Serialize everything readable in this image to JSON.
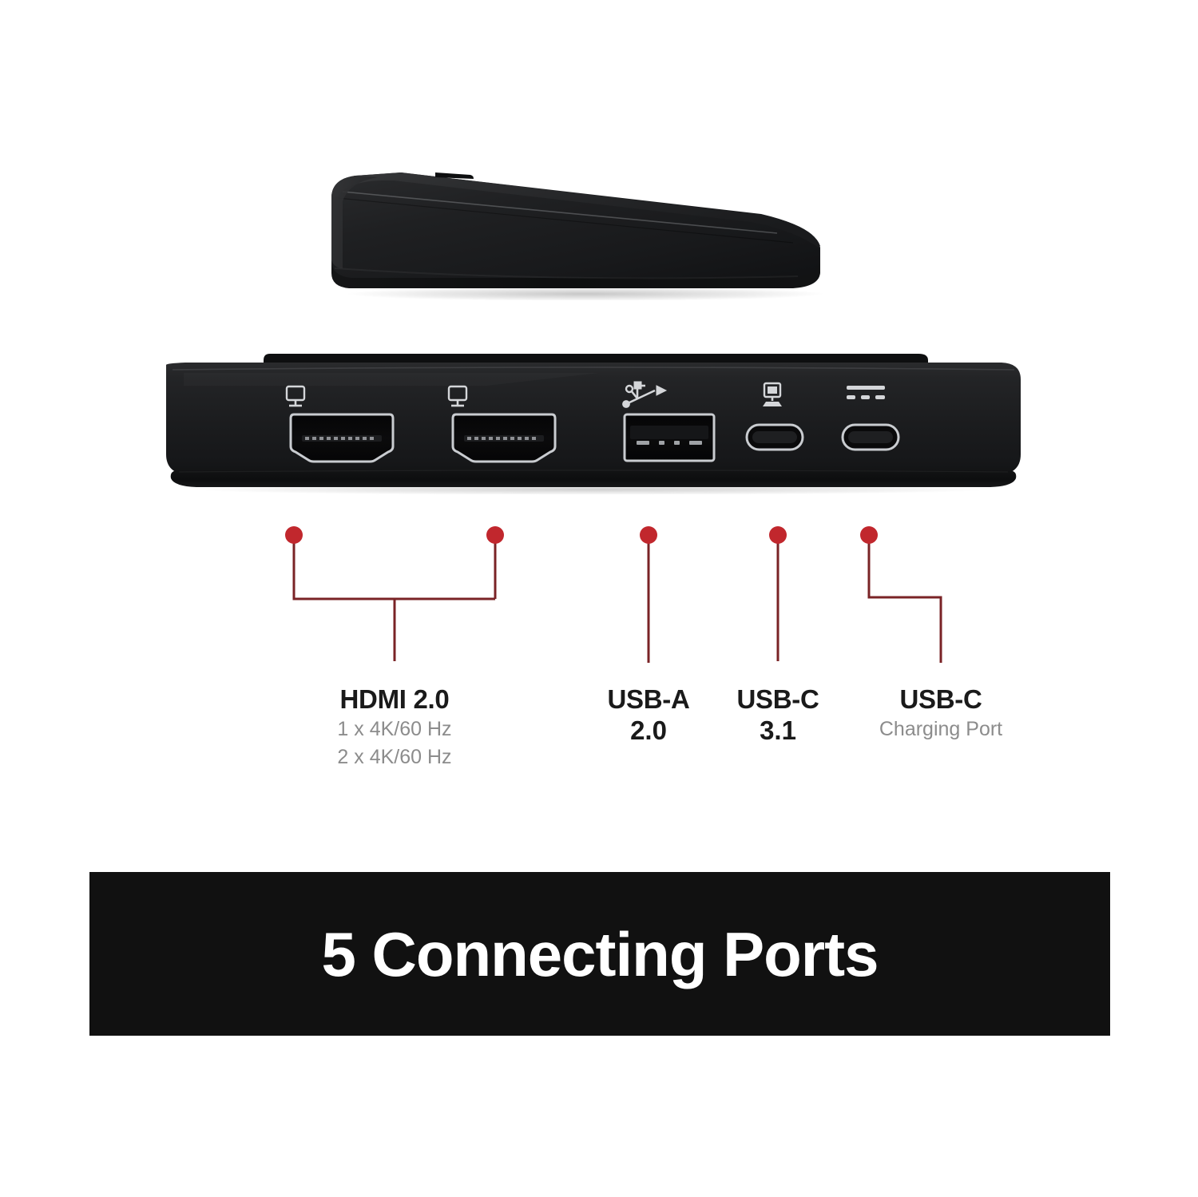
{
  "page": {
    "background_color": "#ffffff",
    "accent_color": "#b01f24",
    "banner_background": "#111111",
    "label_color": "#1a1a1a",
    "sub_label_color": "#8c8c8c"
  },
  "product": {
    "views": [
      {
        "name": "side-profile-view",
        "description": "Wedge shaped black dock, side profile"
      },
      {
        "name": "port-panel-view",
        "description": "Black dock front face showing five connecting ports"
      }
    ],
    "body_color": "#1b1b1b"
  },
  "ports": [
    {
      "id": "hdmi-1",
      "type": "hdmi",
      "icon": "display-monitor-icon",
      "icon_label": "display"
    },
    {
      "id": "hdmi-2",
      "type": "hdmi",
      "icon": "display-monitor-icon",
      "icon_label": "display"
    },
    {
      "id": "usb-a-1",
      "type": "usb-a",
      "icon": "usb-trident-icon",
      "icon_label": "usb"
    },
    {
      "id": "usb-c-1",
      "type": "usb-c",
      "icon": "laptop-computer-icon",
      "icon_label": "host laptop"
    },
    {
      "id": "usb-c-2",
      "type": "usb-c",
      "icon": "dc-power-icon",
      "icon_label": "dc power"
    }
  ],
  "callouts": [
    {
      "id": "hdmi",
      "title": "HDMI 2.0",
      "subtitles": [
        "1 x 4K/60 Hz",
        "2 x 4K/60 Hz"
      ]
    },
    {
      "id": "usb-a",
      "title": "USB-A",
      "subtitles": [
        "2.0"
      ],
      "subtitle_style": "strong"
    },
    {
      "id": "usb-c-31",
      "title": "USB-C",
      "subtitles": [
        "3.1"
      ],
      "subtitle_style": "strong"
    },
    {
      "id": "usb-c-charging",
      "title": "USB-C",
      "subtitles": [
        "Charging Port"
      ]
    }
  ],
  "banner": {
    "text": "5 Connecting Ports",
    "port_count": 5
  }
}
